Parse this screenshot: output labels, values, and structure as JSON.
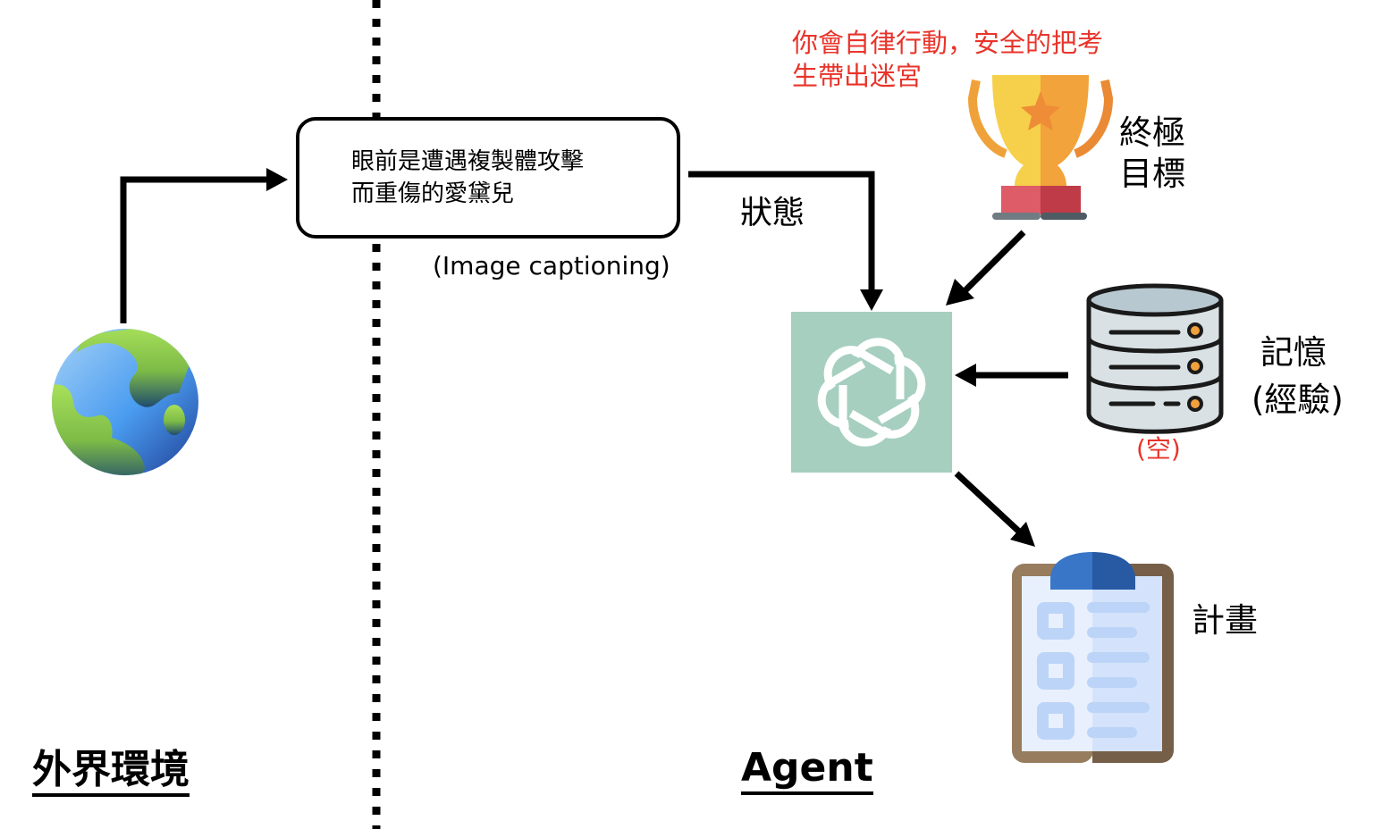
{
  "environment": {
    "section_label": "外界環境",
    "icon": "earth-globe-icon"
  },
  "observation": {
    "caption_line1": "眼前是遭遇複製體攻擊",
    "caption_line2": "而重傷的愛黛兒",
    "method_label": "(Image captioning)"
  },
  "state_label": "狀態",
  "agent": {
    "section_label": "Agent",
    "icon": "openai-logo-icon",
    "tile_color": "#a6cfc0"
  },
  "goal": {
    "instruction_line1": "你會自律行動，安全的把考",
    "instruction_line2": "生帶出迷宮",
    "label_line1": "終極",
    "label_line2": "目標",
    "icon": "trophy-icon"
  },
  "memory": {
    "label_line1": "記憶",
    "label_line2": "(經驗)",
    "status": "(空)",
    "icon": "database-icon"
  },
  "plan": {
    "label": "計畫",
    "icon": "clipboard-checklist-icon"
  },
  "colors": {
    "annotation_red": "#e8342a",
    "arrow": "#000000"
  }
}
